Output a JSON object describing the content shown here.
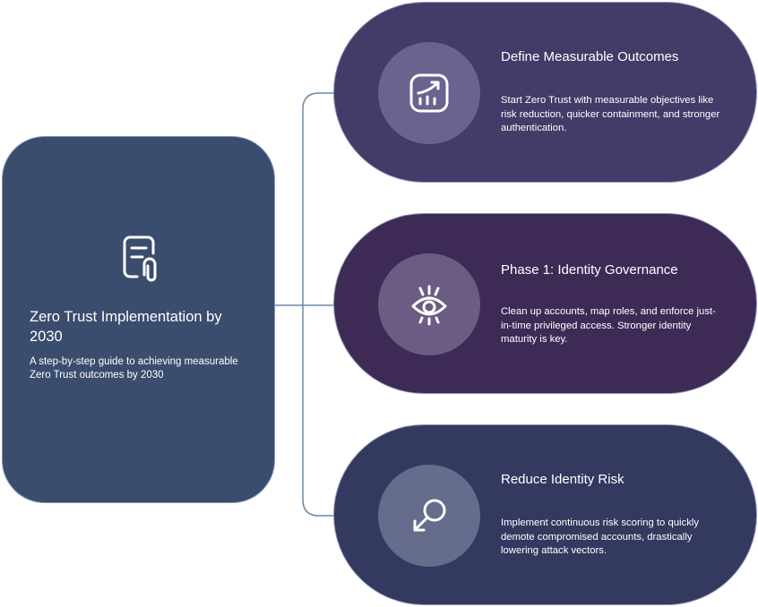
{
  "colors": {
    "main_card": "#3a4d6e",
    "connector": "#6b85a3",
    "pill_1": "#433b68",
    "pill_1_circle": "#6a6390",
    "pill_2": "#3d2b56",
    "pill_2_circle": "#6a5c82",
    "pill_3": "#34395f",
    "pill_3_circle": "#656c8c"
  },
  "main": {
    "icon": "file-attachment-icon",
    "title": "Zero Trust Implementation by 2030",
    "description": "A step-by-step guide to achieving measurable Zero Trust outcomes by 2030"
  },
  "steps": [
    {
      "icon": "chart-trend-up-icon",
      "title": "Define Measurable Outcomes",
      "description": "Start Zero Trust with measurable objectives like risk reduction, quicker containment, and stronger authentication."
    },
    {
      "icon": "eye-scan-icon",
      "title": "Phase 1: Identity Governance",
      "description": "Clean up accounts, map roles, and enforce just-in-time privileged access. Stronger identity maturity is key."
    },
    {
      "icon": "gender-arrow-icon",
      "title": "Reduce Identity Risk",
      "description": "Implement continuous risk scoring to quickly demote compromised accounts, drastically lowering attack vectors."
    }
  ]
}
